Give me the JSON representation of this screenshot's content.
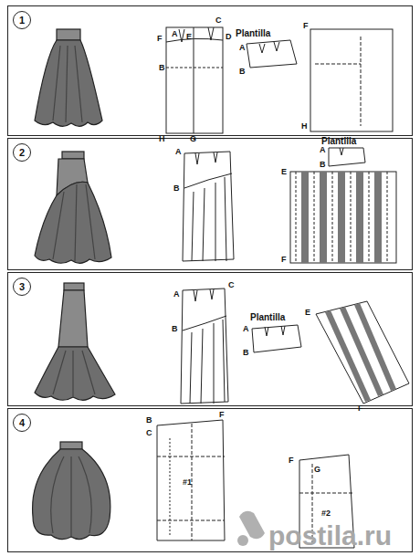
{
  "diagram": {
    "nodes": [
      {
        "text": [
          "1"
        ]
      },
      {
        "text": [
          "2"
        ]
      },
      {
        "text": [
          "3"
        ]
      },
      {
        "text": [
          "4"
        ]
      }
    ],
    "labels": [
      "C",
      "F",
      "E",
      "A",
      "D",
      "B",
      "H",
      "G",
      "Plantilla",
      "A",
      "B",
      "F",
      "H",
      "A",
      "B",
      "Plantilla",
      "A",
      "B",
      "E",
      "F",
      "A",
      "C",
      "B",
      "Plantilla",
      "A",
      "B",
      "E",
      "F",
      "B",
      "C",
      "F",
      "#1",
      "F",
      "G",
      "#2",
      "postila.ru"
    ]
  }
}
